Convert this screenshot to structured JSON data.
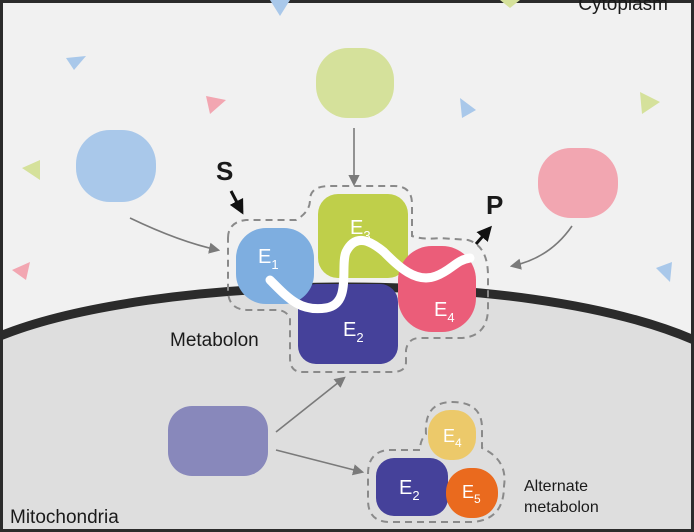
{
  "labels": {
    "cytoplasm": "Cytoplasm",
    "mitochondria": "Mitochondria",
    "metabolon": "Metabolon",
    "alternate_line1": "Alternate",
    "alternate_line2": "metabolon",
    "substrate": "S",
    "product": "P"
  },
  "enzymes": {
    "e1": {
      "base": "E",
      "sub": "1",
      "color": "#7eaee0"
    },
    "e2": {
      "base": "E",
      "sub": "2",
      "color": "#45419a"
    },
    "e3": {
      "base": "E",
      "sub": "3",
      "color": "#bfcf4a"
    },
    "e4": {
      "base": "E",
      "sub": "4",
      "color": "#eb5d79"
    }
  },
  "alternate_enzymes": {
    "e2": {
      "base": "E",
      "sub": "2",
      "color": "#45419a"
    },
    "e4": {
      "base": "E",
      "sub": "4",
      "color": "#ecc96a"
    },
    "e5": {
      "base": "E",
      "sub": "5",
      "color": "#ea6a1e"
    }
  },
  "free_proteins": {
    "blue": "#a9c8ea",
    "green": "#d5e19b",
    "pink": "#f2a6b1",
    "purple": "#8888bb"
  },
  "colors": {
    "cytoplasm_bg": "#f1f1f1",
    "mitochondria_bg": "#dedede",
    "membrane": "#2b2b2b",
    "dashed_outline": "#8a8a8a",
    "arrow": "#7a7a7a"
  }
}
